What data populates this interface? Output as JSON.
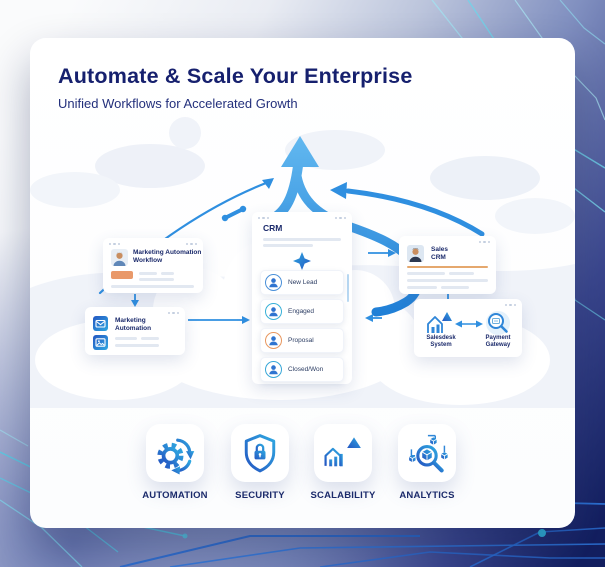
{
  "header": {
    "title": "Automate & Scale Your Enterprise",
    "subtitle": "Unified Workflows for Accelerated Growth"
  },
  "workflow": {
    "crm": {
      "title": "CRM",
      "stages": [
        {
          "label": "New Lead",
          "ring_color": "#4a90d9"
        },
        {
          "label": "Engaged",
          "ring_color": "#38b1d8"
        },
        {
          "label": "Proposal",
          "ring_color": "#e8975f"
        },
        {
          "label": "Closed/Won",
          "ring_color": "#38a7d8"
        }
      ]
    },
    "marketing_workflow": {
      "title_line1": "Marketing Automation",
      "title_line2": "Workflow"
    },
    "marketing_automation": {
      "title_line1": "Marketing",
      "title_line2": "Automation"
    },
    "sales_crm": {
      "title_line1": "Sales",
      "title_line2": "CRM"
    },
    "sales_tools": {
      "left": {
        "label_line1": "Salesdesk",
        "label_line2": "System",
        "icon": "sales-growth-icon"
      },
      "right": {
        "label_line1": "Payment",
        "label_line2": "Gateway",
        "icon": "payment-search-icon"
      }
    }
  },
  "features": [
    {
      "label": "AUTOMATION",
      "icon": "automation-gear-icon"
    },
    {
      "label": "SECURITY",
      "icon": "security-shield-icon"
    },
    {
      "label": "SCALABILITY",
      "icon": "scalability-growth-icon"
    },
    {
      "label": "ANALYTICS",
      "icon": "analytics-search-icon"
    }
  ],
  "colors": {
    "title_navy": "#16206e",
    "label_navy": "#1b2a6b",
    "arrow_blue": "#2f8fe0",
    "icon_gradient_start": "#2456c2",
    "icon_gradient_end": "#2fa8e1",
    "accent_orange": "#e8975f",
    "background_navy": "#131f60",
    "circuit_cyan": "#55cfe6"
  }
}
